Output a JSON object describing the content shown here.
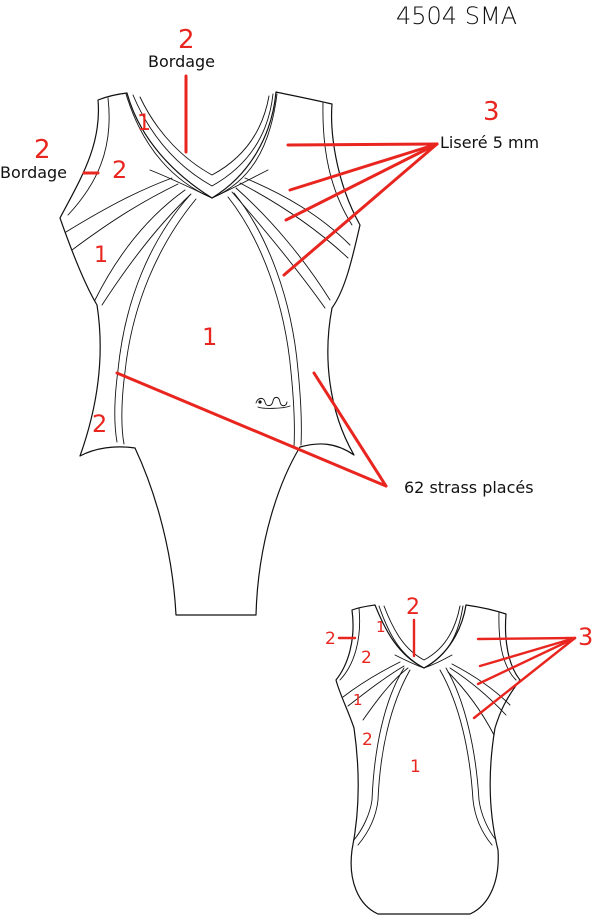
{
  "reference": "4504 SMA",
  "labels": {
    "bordage": "Bordage",
    "lisere": "Liseré 5 mm",
    "strass": "62 strass placés"
  },
  "numbers": {
    "neck_binding": "2",
    "armhole_binding": "2",
    "lisere": "3",
    "panel_main": "1",
    "panel_shoulder": "1",
    "panel_side_upper": "1",
    "panel_side_yoke": "2",
    "panel_side_lower": "2"
  },
  "colors": {
    "accent": "#e8261f",
    "ink": "#111111"
  },
  "icons": {
    "brand_logo": "wave-logo-icon"
  }
}
